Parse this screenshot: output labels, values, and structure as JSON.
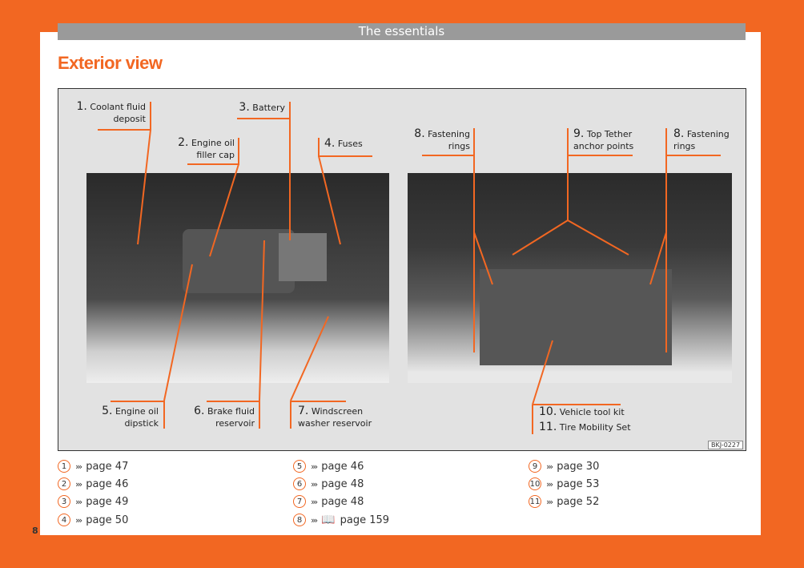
{
  "header": {
    "section": "The essentials",
    "title": "Exterior view"
  },
  "labels": [
    {
      "n": "1.",
      "text": "Coolant fluid deposit"
    },
    {
      "n": "2.",
      "text": "Engine oil filler cap"
    },
    {
      "n": "3.",
      "text": "Battery"
    },
    {
      "n": "4.",
      "text": "Fuses"
    },
    {
      "n": "5.",
      "text": "Engine oil dipstick"
    },
    {
      "n": "6.",
      "text": "Brake fluid reservoir"
    },
    {
      "n": "7.",
      "text": "Windscreen washer reservoir"
    },
    {
      "n": "8.",
      "text": "Fastening rings"
    },
    {
      "n": "9.",
      "text": "Top Tether anchor points"
    },
    {
      "n": "8.",
      "text": "Fastening rings"
    },
    {
      "n": "10.",
      "text": "Vehicle tool kit"
    },
    {
      "n": "11.",
      "text": "Tire Mobility Set"
    }
  ],
  "image_code": "BKJ-0227",
  "refs": [
    {
      "n": "1",
      "text": "page 47"
    },
    {
      "n": "2",
      "text": "page 46"
    },
    {
      "n": "3",
      "text": "page 49"
    },
    {
      "n": "4",
      "text": "page 50"
    },
    {
      "n": "5",
      "text": "page 46"
    },
    {
      "n": "6",
      "text": "page 48"
    },
    {
      "n": "7",
      "text": "page 48"
    },
    {
      "n": "8",
      "text": "page 159"
    },
    {
      "n": "9",
      "text": "page 30"
    },
    {
      "n": "10",
      "text": "page 53"
    },
    {
      "n": "11",
      "text": "page 52"
    }
  ],
  "chevrons": "›››",
  "page_number": "8",
  "colors": {
    "accent": "#f26722",
    "header": "#9a9a9a",
    "diagram_bg": "#e2e2e2"
  }
}
